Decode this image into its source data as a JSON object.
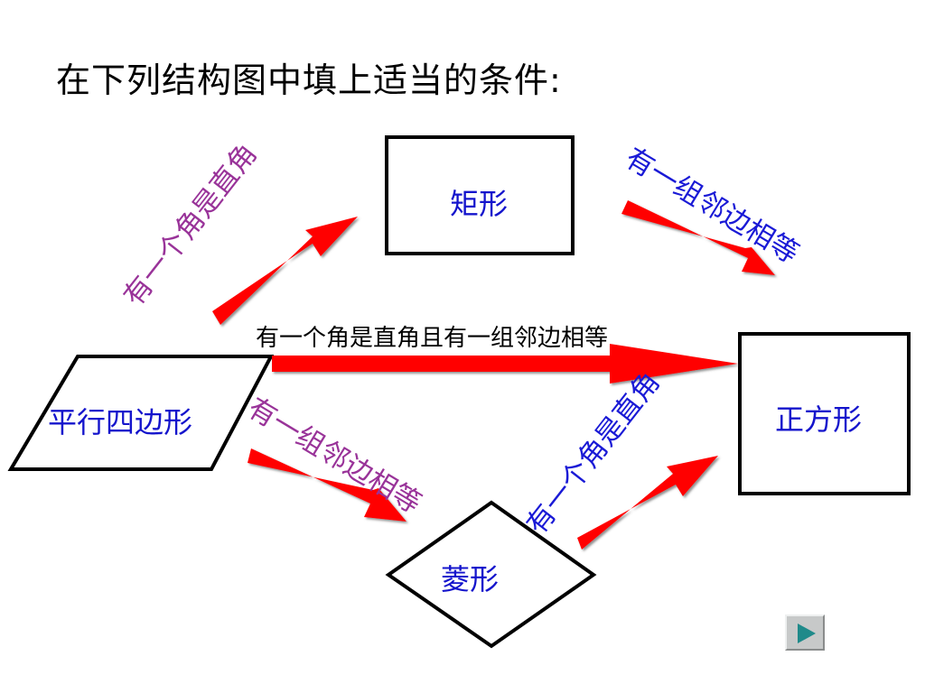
{
  "title": "在下列结构图中填上适当的条件:",
  "shapes": {
    "rectangle": "矩形",
    "parallelogram": "平行四边形",
    "rhombus": "菱形",
    "square": "正方形"
  },
  "conditions": {
    "para_to_rect": "有一个角是直角",
    "rect_to_square": "有一组邻边相等",
    "para_to_square": "有一个角是直角且有一组邻边相等",
    "para_to_rhombus": "有一组邻边相等",
    "rhombus_to_square": "有一个角是直角"
  },
  "colors": {
    "arrow": "#ff0000",
    "shape_label": "#1414cc",
    "condition_purple": "#993399",
    "condition_blue": "#1a1ad6",
    "center_condition": "#000000"
  },
  "nav": {
    "icon": "play-next-icon"
  }
}
